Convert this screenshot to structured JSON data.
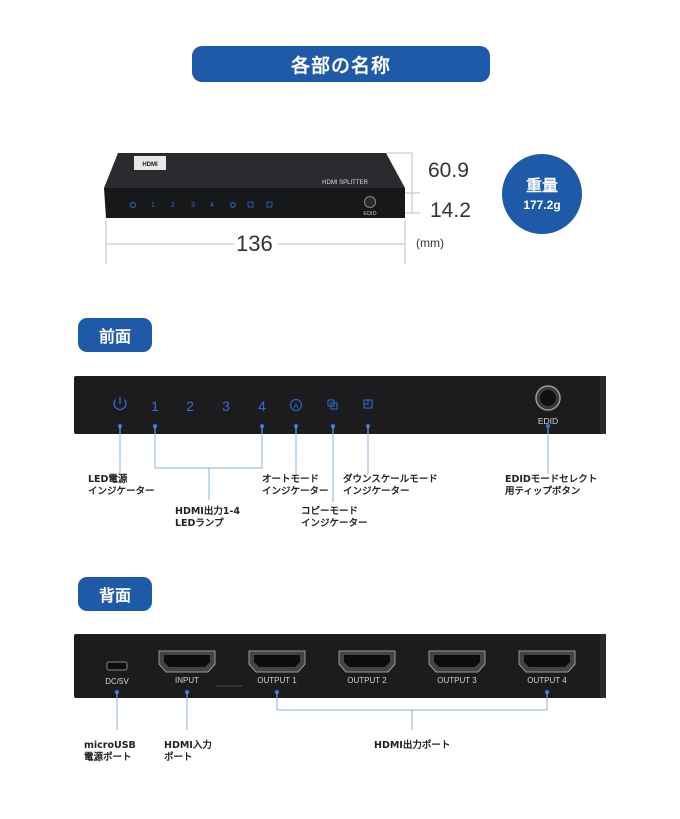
{
  "header": {
    "title": "各部の名称"
  },
  "overview": {
    "depth": "60.9",
    "height": "14.2",
    "width": "136",
    "unit": "(mm)",
    "weight_label": "重量",
    "weight_value": "177.2g",
    "device_brand": "HDMI",
    "device_model": "HDMI SPLITTER",
    "edid_label": "EDID"
  },
  "front": {
    "section_title": "前面",
    "numbers": [
      "1",
      "2",
      "3",
      "4"
    ],
    "edid_label": "EDID",
    "callouts": {
      "led_power": [
        "LED電源",
        "インジケーター"
      ],
      "hdmi_out_led": [
        "HDMI出力1-4",
        "LEDランプ"
      ],
      "auto_mode": [
        "オートモード",
        "インジケーター"
      ],
      "copy_mode": [
        "コピーモード",
        "インジケーター"
      ],
      "downscale_mode": [
        "ダウンスケールモード",
        "インジケーター"
      ],
      "edid_button": [
        "EDIDモードセレクト",
        "用ティップボタン"
      ]
    }
  },
  "back": {
    "section_title": "背面",
    "ports": {
      "dc": "DC/5V",
      "input": "INPUT",
      "out1": "OUTPUT 1",
      "out2": "OUTPUT 2",
      "out3": "OUTPUT 3",
      "out4": "OUTPUT 4"
    },
    "callouts": {
      "micro_usb": [
        "microUSB",
        "電源ポート"
      ],
      "hdmi_in": [
        "HDMI入力",
        "ポート"
      ],
      "hdmi_out": "HDMI出力ポート"
    }
  },
  "colors": {
    "accent": "#1e5aa8",
    "led": "#2d6fd6",
    "device": "#1b1b1d"
  }
}
